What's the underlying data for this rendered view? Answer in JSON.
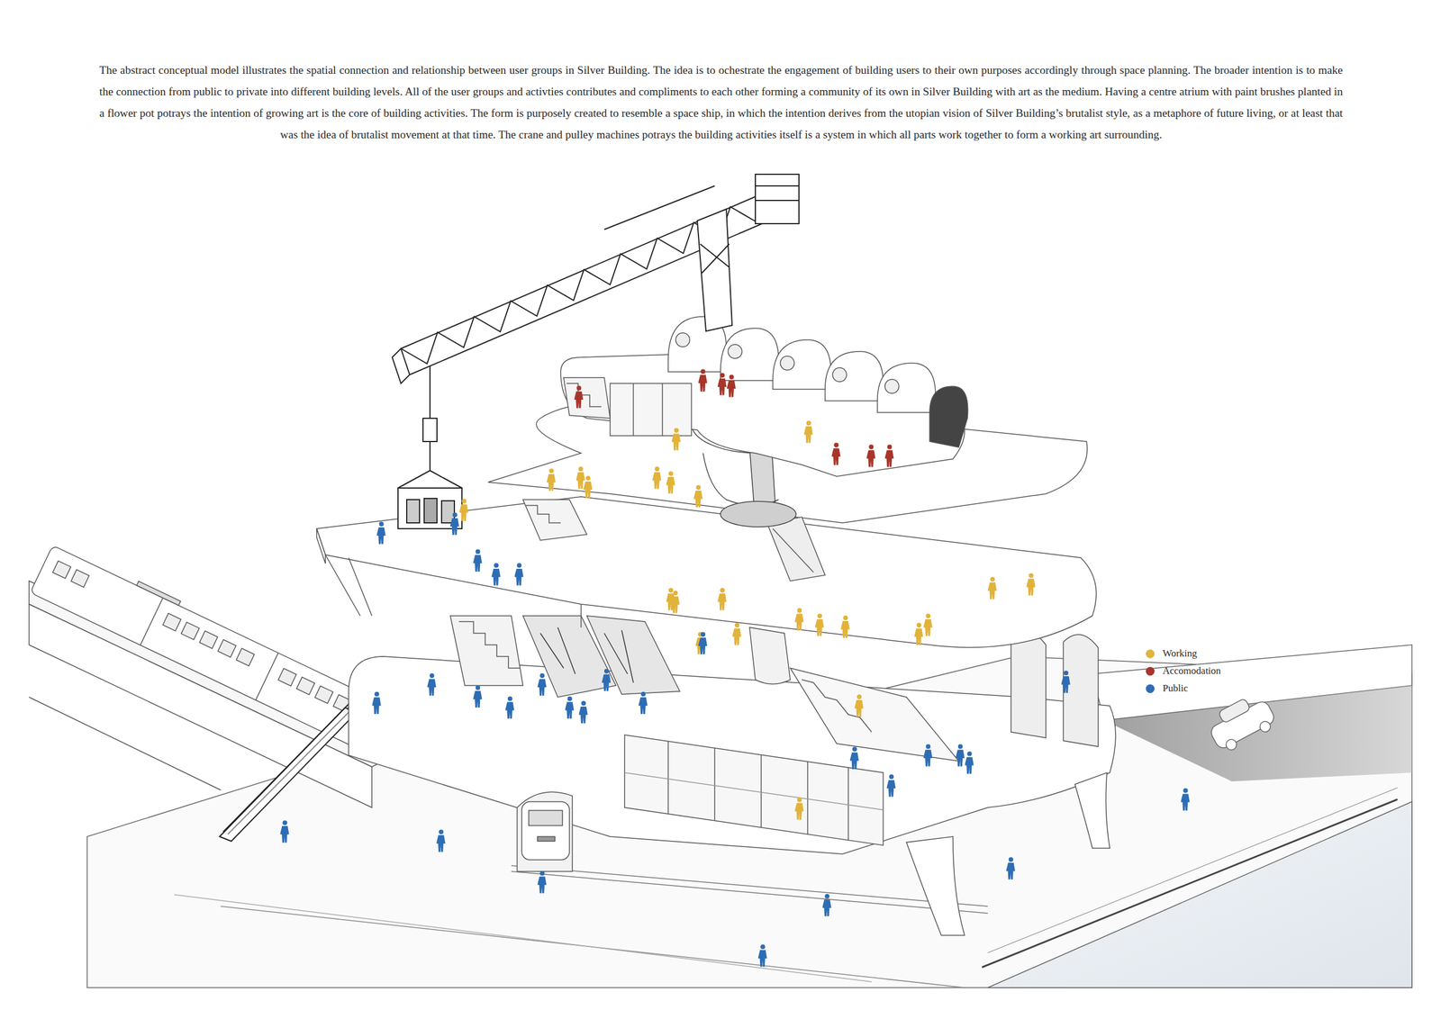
{
  "diagram": {
    "caption": "The abstract conceptual model illustrates the spatial connection and relationship between user groups in Silver Building. The idea is to ochestrate the engagement of building users to their own purposes accordingly through space planning. The broader intention is to make the connection from public to private into different building levels. All of the user groups and activties contributes and compliments to each other forming a community of its own in Silver Building with art as the medium. Having a centre atrium with paint brushes planted in a flower pot potrays the intention of growing art is the core of building activities. The form is purposely created to resemble a space ship, in which the intention derives from the utopian vision of Silver Building’s brutalist style, as a metaphore of future living, or at least that was the idea of brutalist movement at that time. The crane and pulley machines potrays the building activities itself is a system in which all parts work together to form a working art surrounding.",
    "legend": [
      {
        "text": "Working",
        "color": "#e2b33b"
      },
      {
        "text": "Accomodation",
        "color": "#a8352a"
      },
      {
        "text": "Public",
        "color": "#2e6db4"
      }
    ]
  }
}
